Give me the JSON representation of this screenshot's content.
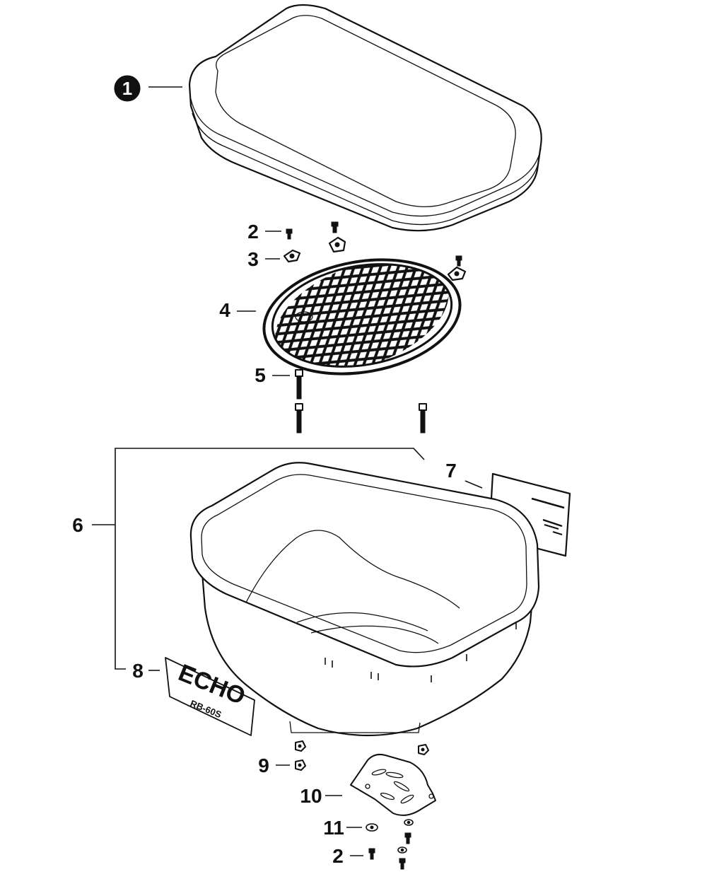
{
  "callouts": {
    "c1": "1",
    "c2a": "2",
    "c3": "3",
    "c4": "4",
    "c5": "5",
    "c6": "6",
    "c7": "7",
    "c8": "8",
    "c9": "9",
    "c10": "10",
    "c11": "11",
    "c2b": "2"
  },
  "decal": {
    "brand": "ECHO",
    "model": "RB-60S"
  }
}
